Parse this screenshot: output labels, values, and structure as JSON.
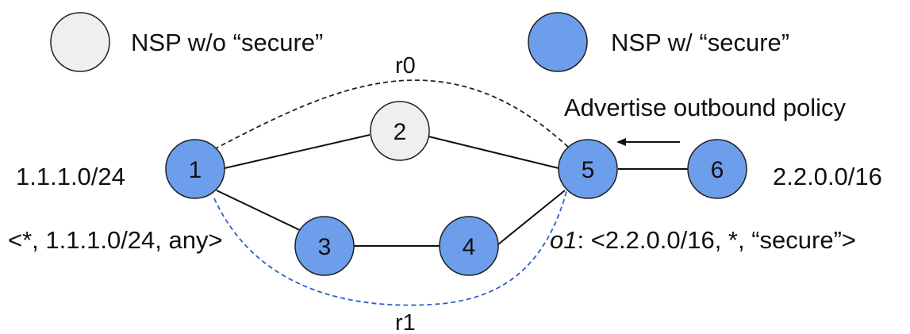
{
  "legend": {
    "insecure_label": "NSP w/o “secure”",
    "secure_label": "NSP w/ “secure”"
  },
  "colors": {
    "secure_fill": "#6d9eeb",
    "insecure_fill": "#efefef",
    "node_stroke": "#1f1f1f",
    "r0_line": "#222222",
    "r1_line": "#2f5fc4"
  },
  "nodes": [
    {
      "id": "1",
      "label": "1",
      "secure": true
    },
    {
      "id": "2",
      "label": "2",
      "secure": false
    },
    {
      "id": "3",
      "label": "3",
      "secure": true
    },
    {
      "id": "4",
      "label": "4",
      "secure": true
    },
    {
      "id": "5",
      "label": "5",
      "secure": true
    },
    {
      "id": "6",
      "label": "6",
      "secure": true
    }
  ],
  "links": [
    [
      "1",
      "2"
    ],
    [
      "2",
      "5"
    ],
    [
      "1",
      "3"
    ],
    [
      "3",
      "4"
    ],
    [
      "4",
      "5"
    ],
    [
      "5",
      "6"
    ]
  ],
  "routes": {
    "r0": "r0",
    "r1": "r1"
  },
  "annotations": {
    "advertise": "Advertise outbound policy",
    "prefix_left": "1.1.1.0/24",
    "prefix_right": "2.2.0.0/16",
    "policy_left": "<*, 1.1.1.0/24, any>",
    "policy_right_name": "o1",
    "policy_right_rest": ": <2.2.0.0/16, *, “secure”>"
  }
}
